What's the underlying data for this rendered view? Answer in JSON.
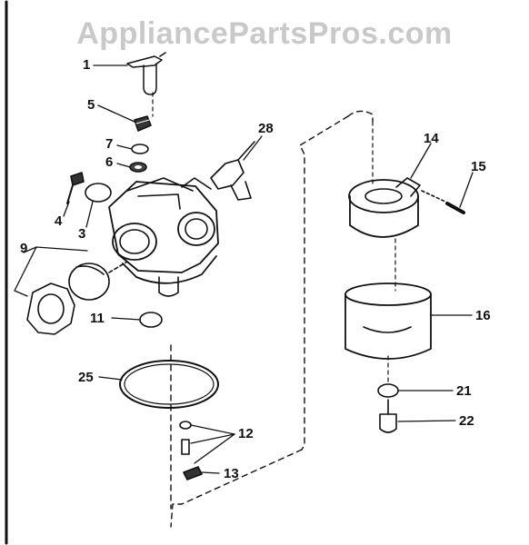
{
  "watermark": "AppliancePartsPros.com",
  "callouts": {
    "c1": "1",
    "c5": "5",
    "c7": "7",
    "c6": "6",
    "c4": "4",
    "c3": "3",
    "c9": "9",
    "c11": "11",
    "c25": "25",
    "c12": "12",
    "c13": "13",
    "c28": "28",
    "c14": "14",
    "c15": "15",
    "c16": "16",
    "c21": "21",
    "c22": "22"
  }
}
